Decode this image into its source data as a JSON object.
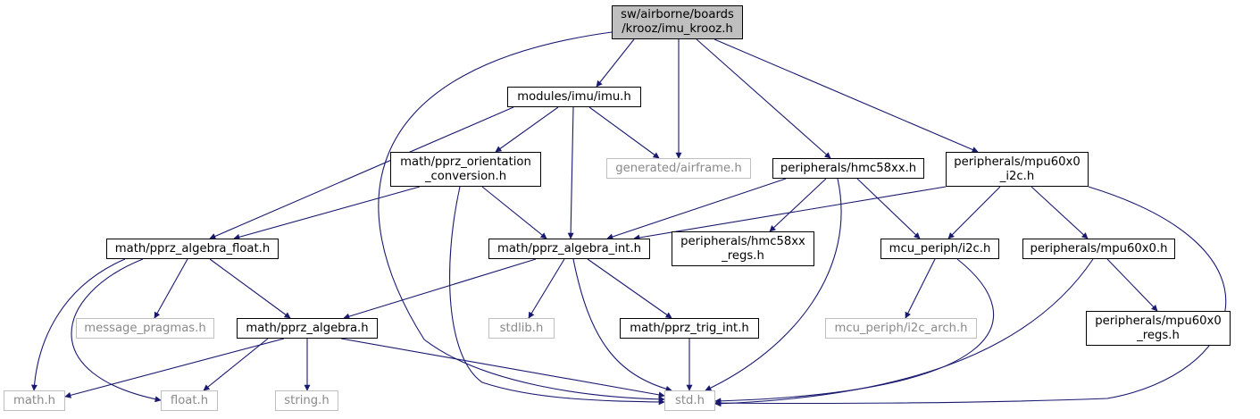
{
  "colors": {
    "edge": "#191970",
    "root_fill": "#bfbfbf",
    "node_border": "#000000",
    "external_border": "#bfbfbf",
    "external_text": "#8a8a8a"
  },
  "nodes": {
    "root": {
      "lines": [
        "sw/airborne/boards",
        "/krooz/imu_krooz.h"
      ]
    },
    "imu": {
      "lines": [
        "modules/imu/imu.h"
      ]
    },
    "orient": {
      "lines": [
        "math/pprz_orientation",
        "_conversion.h"
      ]
    },
    "airframe": {
      "lines": [
        "generated/airframe.h"
      ]
    },
    "hmc": {
      "lines": [
        "peripherals/hmc58xx.h"
      ]
    },
    "mpui2c": {
      "lines": [
        "peripherals/mpu60x0",
        "_i2c.h"
      ]
    },
    "algfloat": {
      "lines": [
        "math/pprz_algebra_float.h"
      ]
    },
    "algint": {
      "lines": [
        "math/pprz_algebra_int.h"
      ]
    },
    "hmcregs": {
      "lines": [
        "peripherals/hmc58xx",
        "_regs.h"
      ]
    },
    "i2c": {
      "lines": [
        "mcu_periph/i2c.h"
      ]
    },
    "mpu": {
      "lines": [
        "peripherals/mpu60x0.h"
      ]
    },
    "msgprag": {
      "lines": [
        "message_pragmas.h"
      ]
    },
    "alg": {
      "lines": [
        "math/pprz_algebra.h"
      ]
    },
    "stdlib": {
      "lines": [
        "stdlib.h"
      ]
    },
    "trig": {
      "lines": [
        "math/pprz_trig_int.h"
      ]
    },
    "i2carch": {
      "lines": [
        "mcu_periph/i2c_arch.h"
      ]
    },
    "mpuregs": {
      "lines": [
        "peripherals/mpu60x0",
        "_regs.h"
      ]
    },
    "mathh": {
      "lines": [
        "math.h"
      ]
    },
    "floath": {
      "lines": [
        "float.h"
      ]
    },
    "stringh": {
      "lines": [
        "string.h"
      ]
    },
    "stdh": {
      "lines": [
        "std.h"
      ]
    }
  },
  "edges": [
    [
      "root",
      "imu"
    ],
    [
      "root",
      "airframe"
    ],
    [
      "root",
      "hmc"
    ],
    [
      "root",
      "mpui2c"
    ],
    [
      "root",
      "stdh"
    ],
    [
      "imu",
      "orient"
    ],
    [
      "imu",
      "airframe"
    ],
    [
      "imu",
      "algfloat"
    ],
    [
      "imu",
      "algint"
    ],
    [
      "orient",
      "algfloat"
    ],
    [
      "orient",
      "algint"
    ],
    [
      "orient",
      "stdh"
    ],
    [
      "hmc",
      "algint"
    ],
    [
      "hmc",
      "hmcregs"
    ],
    [
      "hmc",
      "i2c"
    ],
    [
      "hmc",
      "stdh"
    ],
    [
      "mpui2c",
      "algint"
    ],
    [
      "mpui2c",
      "i2c"
    ],
    [
      "mpui2c",
      "mpu"
    ],
    [
      "mpui2c",
      "stdh"
    ],
    [
      "algfloat",
      "msgprag"
    ],
    [
      "algfloat",
      "alg"
    ],
    [
      "algfloat",
      "mathh"
    ],
    [
      "algfloat",
      "floath"
    ],
    [
      "algint",
      "alg"
    ],
    [
      "algint",
      "stdlib"
    ],
    [
      "algint",
      "trig"
    ],
    [
      "algint",
      "stdh"
    ],
    [
      "i2c",
      "i2carch"
    ],
    [
      "i2c",
      "stdh"
    ],
    [
      "mpu",
      "mpuregs"
    ],
    [
      "mpu",
      "stdh"
    ],
    [
      "alg",
      "mathh"
    ],
    [
      "alg",
      "floath"
    ],
    [
      "alg",
      "stringh"
    ],
    [
      "alg",
      "stdh"
    ],
    [
      "trig",
      "stdh"
    ]
  ]
}
